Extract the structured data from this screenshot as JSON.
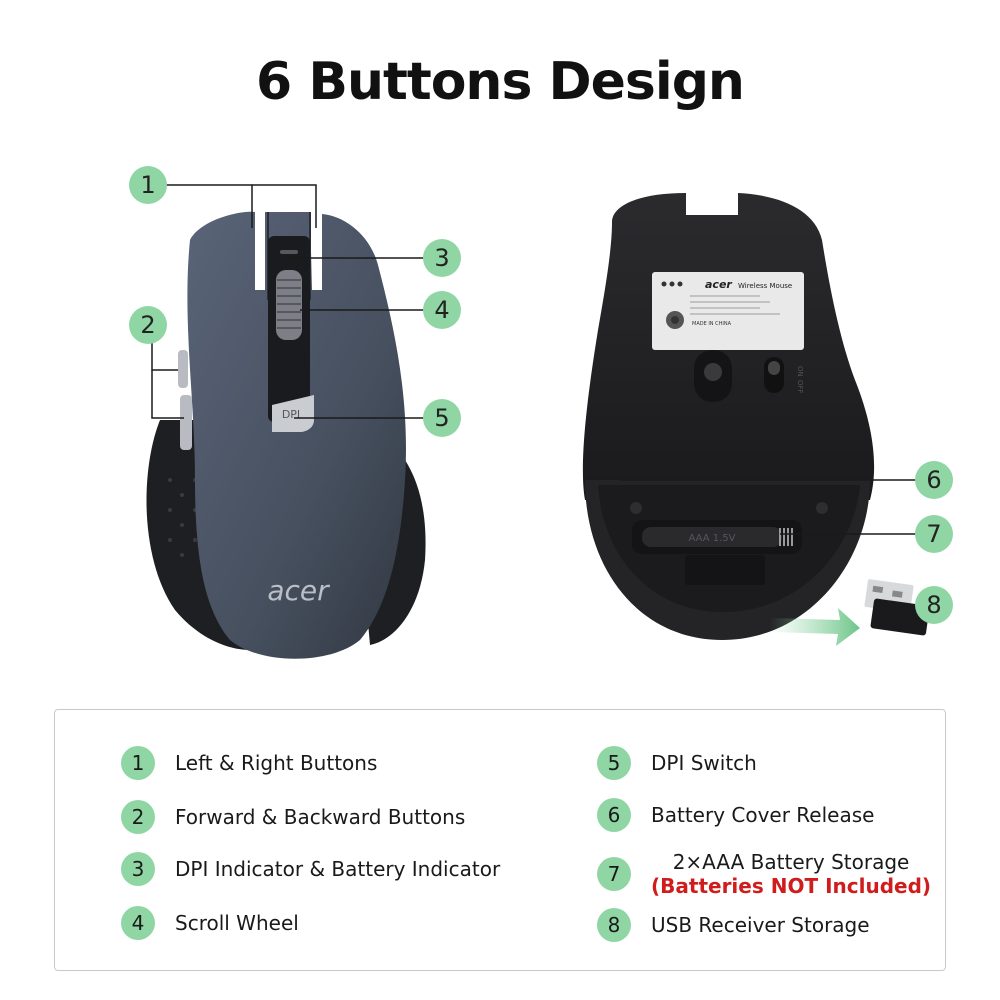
{
  "title": "6 Buttons Design",
  "brand": {
    "logo_text": "acer",
    "label_brand": "acer",
    "label_product": "Wireless Mouse",
    "label_made_in": "MADE IN CHINA",
    "dpi_button_text": "DPI",
    "battery_text": "AAA 1.5V",
    "switch_on": "ON",
    "switch_off": "OFF"
  },
  "callouts": [
    "1",
    "2",
    "3",
    "4",
    "5",
    "6",
    "7",
    "8"
  ],
  "legend": {
    "items": [
      {
        "num": "1",
        "label": "Left & Right Buttons"
      },
      {
        "num": "2",
        "label": "Forward & Backward Buttons"
      },
      {
        "num": "3",
        "label": "DPI Indicator & Battery Indicator"
      },
      {
        "num": "4",
        "label": "Scroll Wheel"
      },
      {
        "num": "5",
        "label": "DPI Switch"
      },
      {
        "num": "6",
        "label": "Battery Cover Release"
      },
      {
        "num": "7",
        "label": "2×AAA Battery Storage",
        "note": "(Batteries NOT Included)"
      },
      {
        "num": "8",
        "label": "USB Receiver Storage"
      }
    ]
  },
  "colors": {
    "accent_green": "#8fd6a4",
    "warning_red": "#d01c1c",
    "mouse_body": "#4a5466",
    "mouse_grip": "#1e1f22"
  }
}
